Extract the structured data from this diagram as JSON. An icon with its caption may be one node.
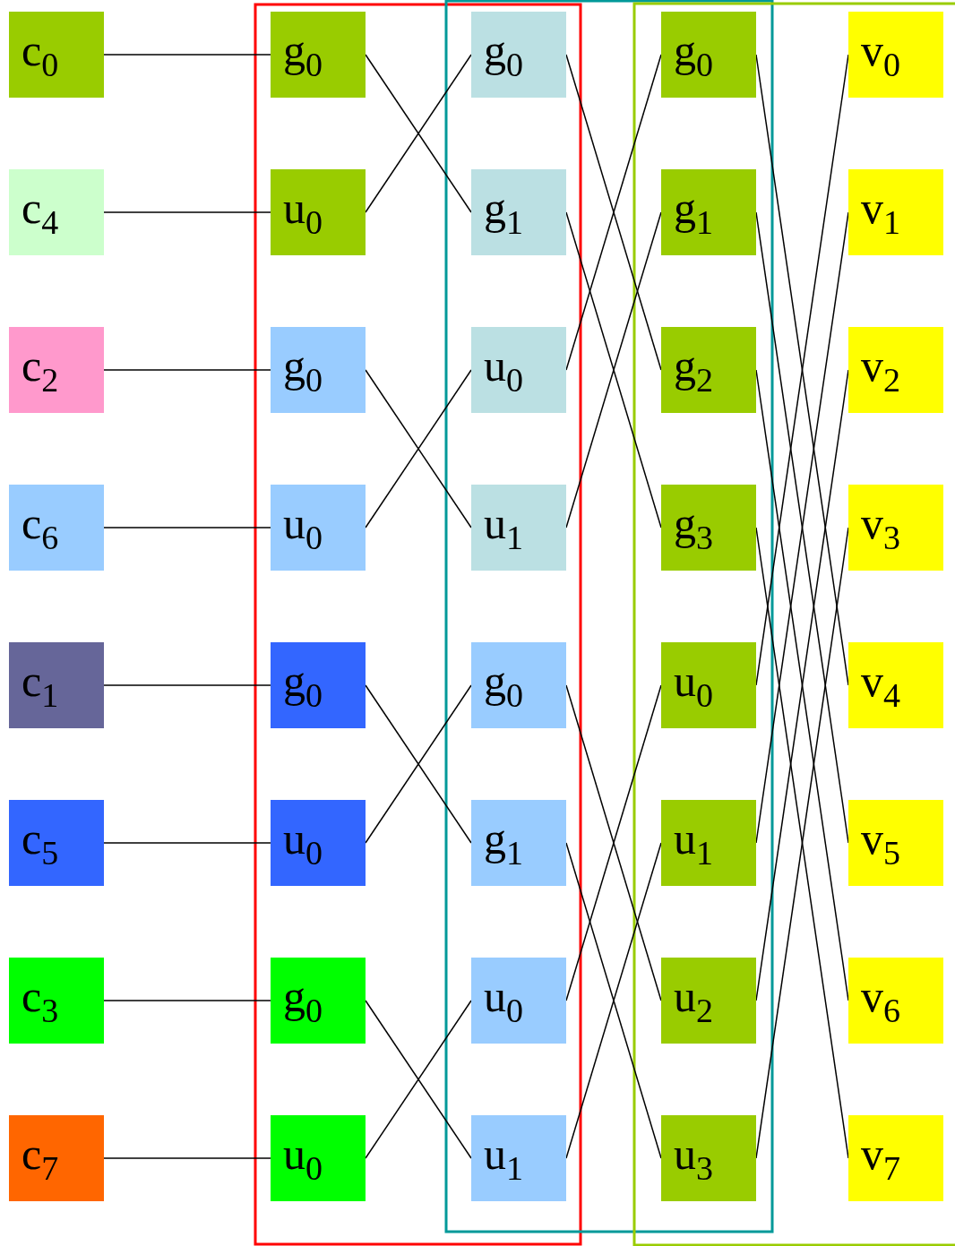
{
  "diagram": {
    "nodes": [
      {
        "text": [
          "c$_{0}$"
        ]
      },
      {
        "text": [
          "c$_{4}$"
        ]
      },
      {
        "text": [
          "c$_{2}$"
        ]
      },
      {
        "text": [
          "c$_{6}$"
        ]
      },
      {
        "text": [
          "c$_{1}$"
        ]
      },
      {
        "text": [
          "c$_{5}$"
        ]
      },
      {
        "text": [
          "c$_{3}$"
        ]
      },
      {
        "text": [
          "c$_{7}$"
        ]
      },
      {
        "text": [
          "g$_{0}$"
        ]
      },
      {
        "text": [
          "u$_{0}$"
        ]
      },
      {
        "text": [
          "g$_{0}$"
        ]
      },
      {
        "text": [
          "u$_{0}$"
        ]
      },
      {
        "text": [
          "g$_{0}$"
        ]
      },
      {
        "text": [
          "u$_{0}$"
        ]
      },
      {
        "text": [
          "g$_{0}$"
        ]
      },
      {
        "text": [
          "u$_{0}$"
        ]
      },
      {
        "text": [
          "g$_{0}$"
        ]
      },
      {
        "text": [
          "g$_{1}$"
        ]
      },
      {
        "text": [
          "u$_{0}$"
        ]
      },
      {
        "text": [
          "u$_{1}$"
        ]
      },
      {
        "text": [
          "g$_{0}$"
        ]
      },
      {
        "text": [
          "g$_{1}$"
        ]
      },
      {
        "text": [
          "u$_{0}$"
        ]
      },
      {
        "text": [
          "u$_{1}$"
        ]
      },
      {
        "text": [
          "g$_{0}$"
        ]
      },
      {
        "text": [
          "g$_{1}$"
        ]
      },
      {
        "text": [
          "g$_{2}$"
        ]
      },
      {
        "text": [
          "g$_{3}$"
        ]
      },
      {
        "text": [
          "u$_{0}$"
        ]
      },
      {
        "text": [
          "u$_{1}$"
        ]
      },
      {
        "text": [
          "u$_{2}$"
        ]
      },
      {
        "text": [
          "u$_{3}$"
        ]
      },
      {
        "text": [
          "v$_{0}$"
        ]
      },
      {
        "text": [
          "v$_{1}$"
        ]
      },
      {
        "text": [
          "v$_{2}$"
        ]
      },
      {
        "text": [
          "v$_{3}$"
        ]
      },
      {
        "text": [
          "v$_{4}$"
        ]
      },
      {
        "text": [
          "v$_{5}$"
        ]
      },
      {
        "text": [
          "v$_{6}$"
        ]
      },
      {
        "text": [
          "v$_{7}$"
        ]
      }
    ],
    "edges": [
      {
        "from": 0,
        "to": 8,
        "arrow": "none"
      },
      {
        "from": 1,
        "to": 9,
        "arrow": "none"
      },
      {
        "from": 2,
        "to": 10,
        "arrow": "none"
      },
      {
        "from": 3,
        "to": 11,
        "arrow": "none"
      },
      {
        "from": 4,
        "to": 12,
        "arrow": "none"
      },
      {
        "from": 5,
        "to": 13,
        "arrow": "none"
      },
      {
        "from": 6,
        "to": 14,
        "arrow": "none"
      },
      {
        "from": 7,
        "to": 15,
        "arrow": "none"
      },
      {
        "from": 8,
        "to": 17,
        "arrow": "none"
      },
      {
        "from": 9,
        "to": 16,
        "arrow": "none"
      },
      {
        "from": 10,
        "to": 19,
        "arrow": "none"
      },
      {
        "from": 11,
        "to": 18,
        "arrow": "none"
      },
      {
        "from": 12,
        "to": 21,
        "arrow": "none"
      },
      {
        "from": 13,
        "to": 20,
        "arrow": "none"
      },
      {
        "from": 14,
        "to": 23,
        "arrow": "none"
      },
      {
        "from": 15,
        "to": 22,
        "arrow": "none"
      },
      {
        "from": 16,
        "to": 26,
        "arrow": "none"
      },
      {
        "from": 17,
        "to": 27,
        "arrow": "none"
      },
      {
        "from": 18,
        "to": 24,
        "arrow": "none"
      },
      {
        "from": 19,
        "to": 25,
        "arrow": "none"
      },
      {
        "from": 20,
        "to": 30,
        "arrow": "none"
      },
      {
        "from": 21,
        "to": 31,
        "arrow": "none"
      },
      {
        "from": 22,
        "to": 28,
        "arrow": "none"
      },
      {
        "from": 23,
        "to": 29,
        "arrow": "none"
      },
      {
        "from": 24,
        "to": 36,
        "arrow": "none"
      },
      {
        "from": 25,
        "to": 37,
        "arrow": "none"
      },
      {
        "from": 26,
        "to": 38,
        "arrow": "none"
      },
      {
        "from": 27,
        "to": 39,
        "arrow": "none"
      },
      {
        "from": 28,
        "to": 32,
        "arrow": "none"
      },
      {
        "from": 29,
        "to": 33,
        "arrow": "none"
      },
      {
        "from": 30,
        "to": 34,
        "arrow": "none"
      },
      {
        "from": 31,
        "to": 35,
        "arrow": "none"
      }
    ]
  }
}
